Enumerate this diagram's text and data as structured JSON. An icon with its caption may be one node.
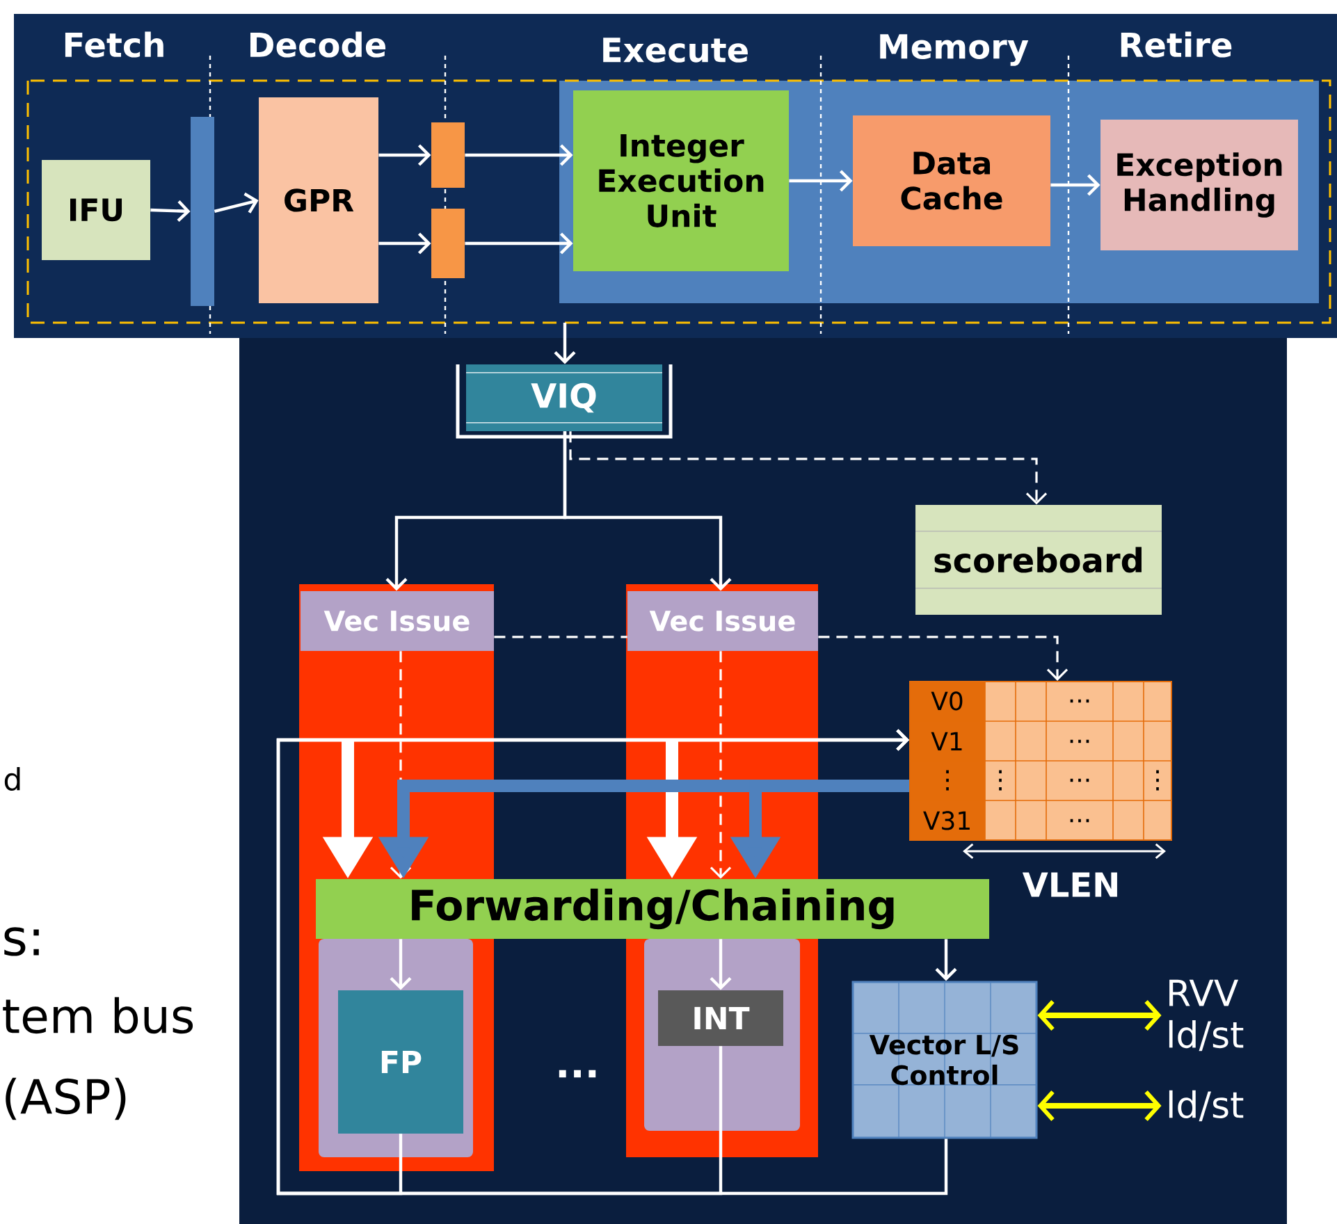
{
  "diagram": {
    "nodes": [
      {
        "text": [
          "IFU"
        ]
      },
      {
        "text": [],
        "shape": "bar"
      },
      {
        "text": [
          "GPR"
        ]
      },
      {
        "text": [],
        "shape": "bar"
      },
      {
        "text": [],
        "shape": "bar"
      },
      {
        "text": [
          "Integer Execution Unit"
        ]
      },
      {
        "text": [
          "Data Cache"
        ]
      },
      {
        "text": [
          "Exception Handling"
        ]
      },
      {
        "text": [
          "VIQ"
        ]
      },
      {
        "text": [
          "scoreboard"
        ]
      },
      {
        "text": [],
        "shape": "bar"
      },
      {
        "text": [
          "Vec Issue"
        ],
        "in": 10
      },
      {
        "text": [],
        "shape": "box",
        "in": 10
      },
      {
        "text": [
          "FP"
        ],
        "in": 12
      },
      {
        "text": [],
        "shape": "bar"
      },
      {
        "text": [
          "Vec Issue"
        ],
        "in": 14
      },
      {
        "text": [],
        "shape": "box",
        "in": 14
      },
      {
        "text": [
          "INT"
        ],
        "in": 16
      },
      {
        "text": [
          "Forwarding/Chaining"
        ]
      },
      {
        "text": [
          "V0",
          "...",
          "V1",
          "...",
          "⋮",
          "⋮",
          "...",
          "⋮",
          "V31",
          "..."
        ]
      },
      {
        "text": [
          "Vector L/S Control"
        ]
      },
      {
        "text": [
          "RVV ld/st"
        ]
      },
      {
        "text": [
          "ld/st"
        ]
      }
    ],
    "edges": [
      {
        "from": 0,
        "to": 1,
        "arrow": "to"
      },
      {
        "from": 1,
        "to": 2,
        "arrow": "to"
      },
      {
        "from": 2,
        "to": 3,
        "arrow": "to"
      },
      {
        "from": 2,
        "to": 4,
        "arrow": "to"
      },
      {
        "from": 3,
        "to": 5,
        "arrow": "to"
      },
      {
        "from": 4,
        "to": 5,
        "arrow": "to"
      },
      {
        "from": 5,
        "to": 6,
        "arrow": "to"
      },
      {
        "from": 6,
        "to": 7,
        "arrow": "to"
      },
      {
        "from": null,
        "to": 8,
        "arrow": "to"
      },
      {
        "from": 8,
        "to": 11,
        "arrow": "to"
      },
      {
        "from": 8,
        "to": 15,
        "arrow": "to"
      },
      {
        "from": 8,
        "to": 9,
        "arrow": "to",
        "style": "dashed"
      },
      {
        "from": 11,
        "to": 15,
        "arrow": "none",
        "style": "dashed"
      },
      {
        "from": 15,
        "to": 19,
        "arrow": "to",
        "style": "dashed"
      },
      {
        "from": 11,
        "to": 18,
        "arrow": "to",
        "style": "dashed"
      },
      {
        "from": 15,
        "to": 18,
        "arrow": "to",
        "style": "dashed"
      },
      {
        "from": 13,
        "to": 19,
        "arrow": "to"
      },
      {
        "from": 17,
        "to": 19,
        "arrow": "to"
      },
      {
        "from": 20,
        "to": 19,
        "arrow": "to"
      },
      {
        "from": null,
        "to": 18,
        "arrow": "to",
        "style": "thick"
      },
      {
        "from": null,
        "to": 18,
        "arrow": "to",
        "style": "thick"
      },
      {
        "from": 19,
        "to": 18,
        "arrow": "to",
        "style": "thick",
        "color": "#4f81bd"
      },
      {
        "from": 19,
        "to": 18,
        "arrow": "to",
        "style": "thick",
        "color": "#4f81bd"
      },
      {
        "from": 18,
        "to": 13,
        "arrow": "to"
      },
      {
        "from": 18,
        "to": 17,
        "arrow": "to"
      },
      {
        "from": 18,
        "to": 20,
        "arrow": "to"
      },
      {
        "from": 20,
        "to": 21,
        "arrow": "both",
        "style": "thick",
        "color": "#ffff00"
      },
      {
        "from": 20,
        "to": 22,
        "arrow": "both",
        "style": "thick",
        "color": "#ffff00"
      }
    ],
    "labels": [
      "Fetch",
      "Decode",
      "Execute",
      "Memory",
      "Retire",
      "...",
      "VLEN",
      "d",
      "s:",
      "tem bus",
      "(ASP)"
    ]
  }
}
